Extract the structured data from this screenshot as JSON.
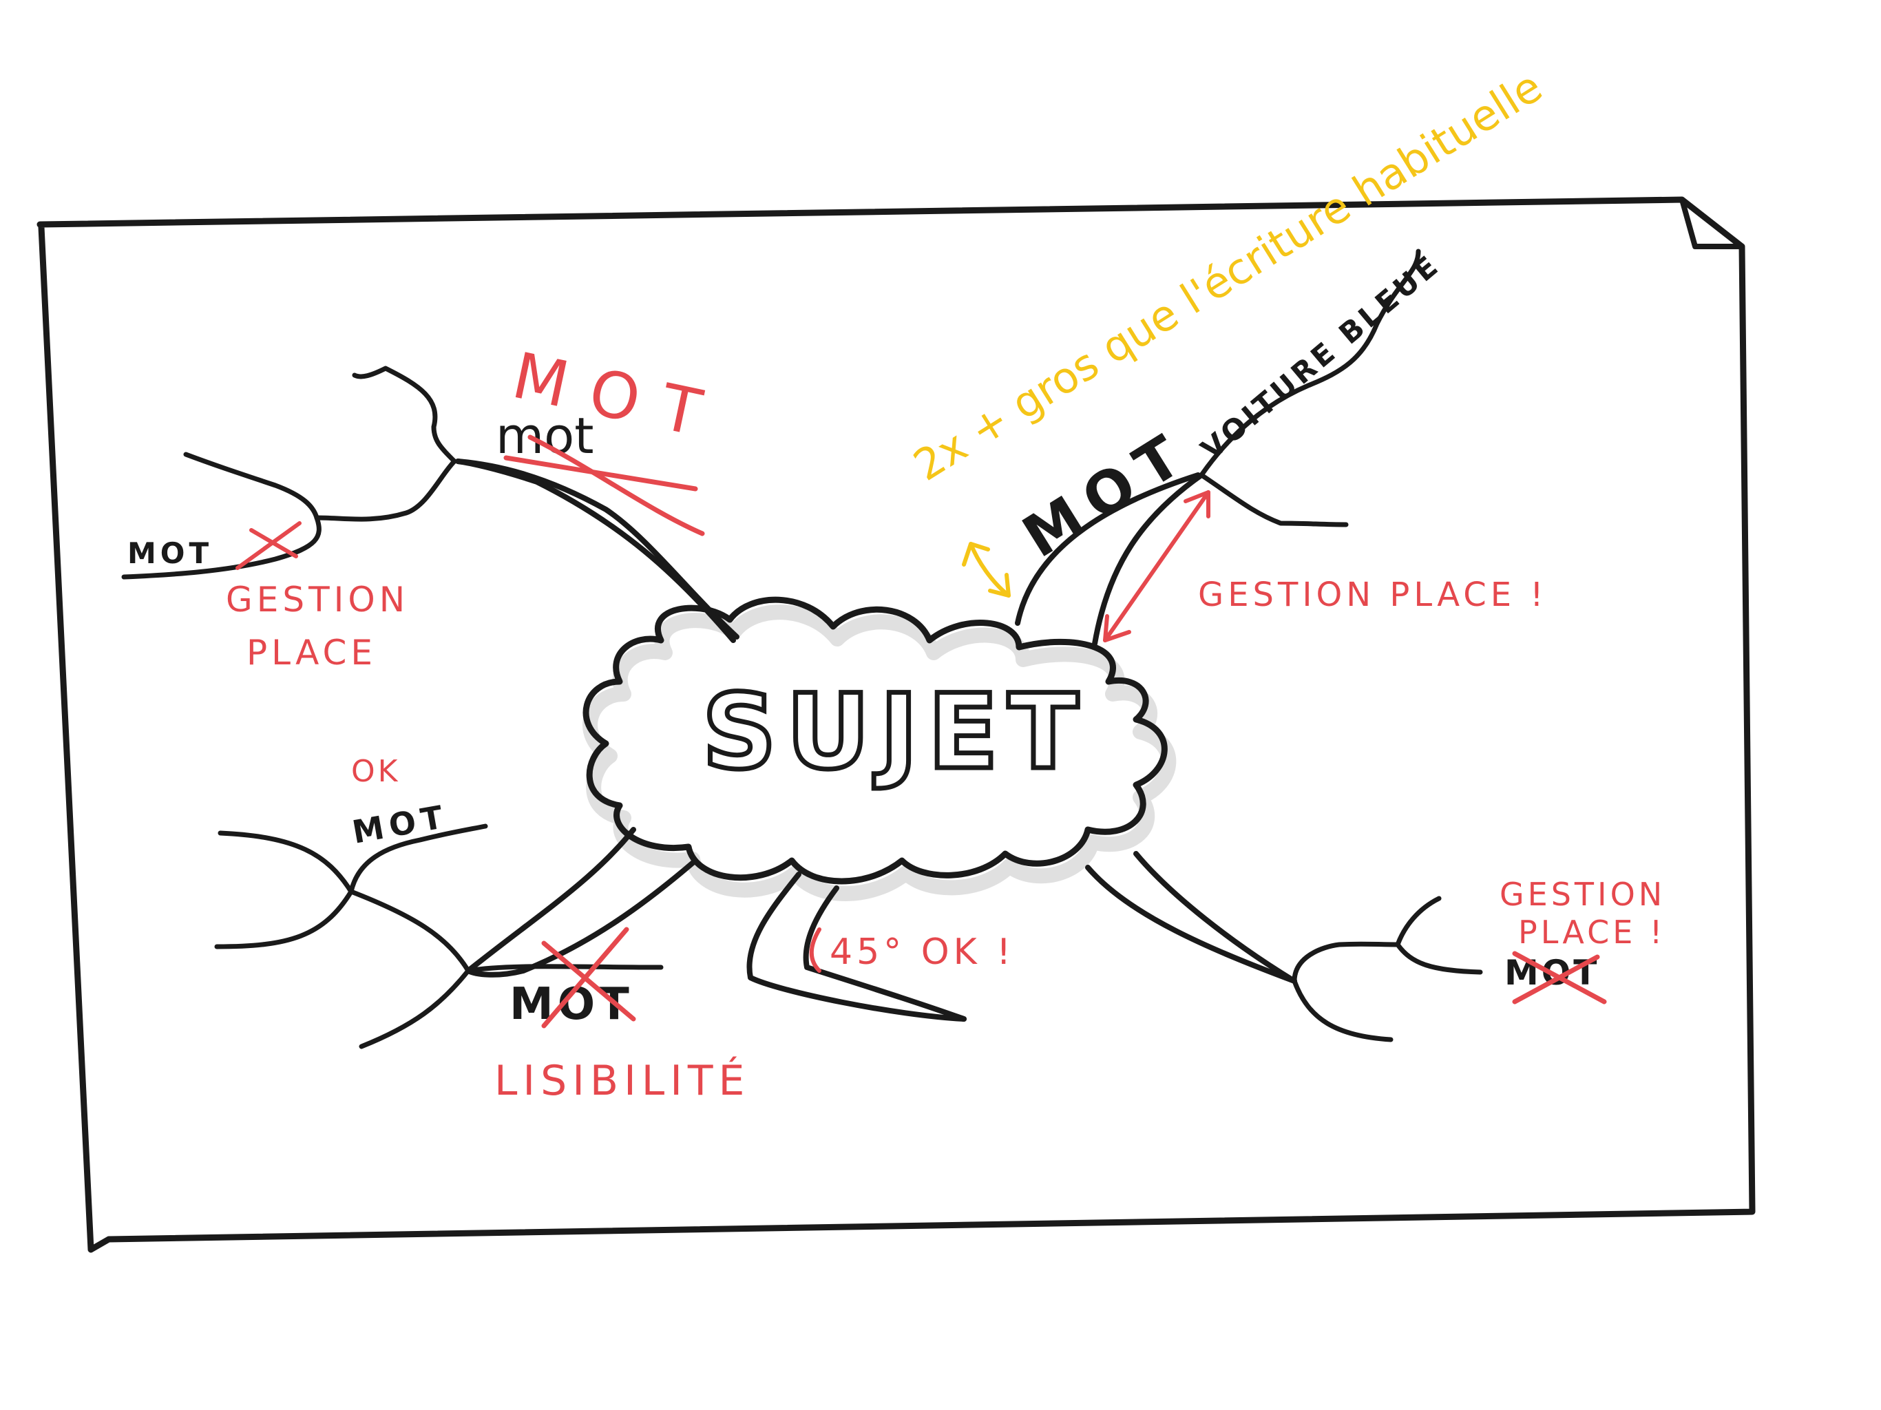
{
  "colors": {
    "black": "#1a1a1a",
    "red": "#e5484d",
    "yellow": "#f5c518",
    "paper": "#ffffff"
  },
  "center": {
    "label": "SUJET"
  },
  "branches": {
    "top_left": {
      "word_crossed": "mot",
      "word_correction": "MOT",
      "sub_word": "MOT"
    },
    "top_right": {
      "word": "MOT",
      "sub_word": "VOITURE BLEUE"
    },
    "bottom_left": {
      "word": "MOT",
      "word_crossed": "MOT"
    },
    "bottom_right": {
      "word_crossed": "MOT"
    }
  },
  "annotations": {
    "yellow_note": "2x + gros que l'écriture habituelle",
    "gestion_place_left_1": "GESTION",
    "gestion_place_left_2": "PLACE",
    "gestion_place_right": "GESTION PLACE !",
    "gestion_place_bottom_1": "GESTION",
    "gestion_place_bottom_2": "PLACE !",
    "ok_label": "OK",
    "lisibilite": "LISIBILITÉ",
    "angle_ok": "45° OK !"
  }
}
